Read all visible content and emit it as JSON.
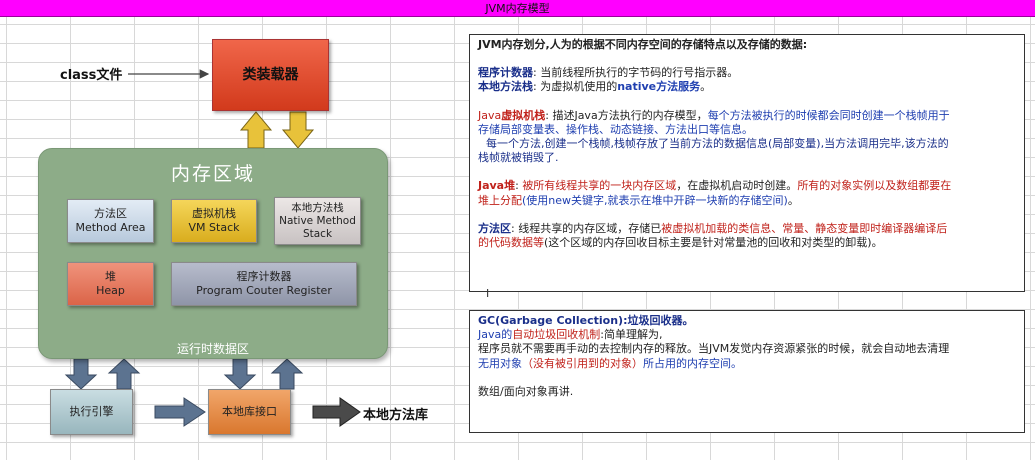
{
  "window": {
    "title": "JVM内存模型"
  },
  "diagram": {
    "class_file_label": "class文件",
    "class_loader": "类装载器",
    "runtime_area_title": "内存区域",
    "runtime_area_caption": "运行时数据区",
    "method_area": {
      "cn": "方法区",
      "en": "Method Area"
    },
    "vm_stack": {
      "cn": "虚拟机栈",
      "en": "VM Stack"
    },
    "native_method_stack": {
      "cn": "本地方法栈",
      "en1": "Native Method",
      "en2": "Stack"
    },
    "heap": {
      "cn": "堆",
      "en": "Heap"
    },
    "pc_register": {
      "cn": "程序计数器",
      "en": "Program Couter Register"
    },
    "execution_engine": "执行引擎",
    "native_interface": "本地库接口",
    "native_library": "本地方法库"
  },
  "memory_panel": {
    "intro": "JVM内存划分,人为的根据不同内存空间的存储特点以及存储的数据:",
    "pc_counter": {
      "term": "程序计数器",
      "text": ": 当前线程所执行的字节码的行号指示器。"
    },
    "native_stack": {
      "term": "本地方法栈",
      "text": ": 为虚拟机使用的",
      "emph": "native方法服务",
      "end": "。"
    },
    "java_vm_stack": {
      "term_prefix": "Java",
      "term": "虚拟机栈",
      "text1": ": 描述Java方法执行的内存模型，",
      "text2": "每个方法被执行的时候都会同时创建一个栈帧用于",
      "line2": "存储局部变量表、操作栈、动态链接、方法出口等信息。",
      "line3": "每一个方法,创建一个栈帧,栈帧存放了当前方法的数据信息(局部变量),当方法调用完毕,该方法的",
      "line4": "栈帧就被销毁了."
    },
    "java_heap": {
      "term": "Java堆",
      "text1": ": ",
      "emph1": "被所有线程共享的一块内存区域",
      "text2": "，在虚拟机启动时创建。",
      "emph2": "所有的对象实例以及数组都要在",
      "line2a": "堆上分配",
      "line2b": "(使用new关键字,就表示在堆中开辟一块新的存储空间)",
      "line2c": "。"
    },
    "method_area": {
      "term": "方法区",
      "text1": ": 线程共享的内存区域，存储已",
      "emph1": "被虚拟机加载的类信息、常量、静态变量即时编译器编译后",
      "line2a": "的代码数据等",
      "line2b": "(这个区域的内存回收目标主要是针对常量池的回收和对类型的卸载)。"
    }
  },
  "gc_panel": {
    "title": "GC(Garbage Collection):垃圾回收器。",
    "line1_prefix": "Java的",
    "line1_emph": "自动垃圾回收机制",
    "line1_suffix": ":简单理解为,",
    "line2": "程序员就不需要再手动的去控制内存的释放。当JVM发觉内存资源紧张的时候，就会自动地去清理",
    "line3_a": "无用对象",
    "line3_b": "（没有被引用到的对象）",
    "line3_c": "所占用的内存空间。",
    "line4": "数组/面向对象再讲."
  },
  "colors": {
    "title_bar": "#ff00ff",
    "runtime_area": "#8dac88",
    "class_loader": "#e04a2c",
    "term_blue": "#1f3fb0",
    "emphasis_red": "#c0211a"
  },
  "icons": {
    "cursor": "text-cursor-icon"
  }
}
